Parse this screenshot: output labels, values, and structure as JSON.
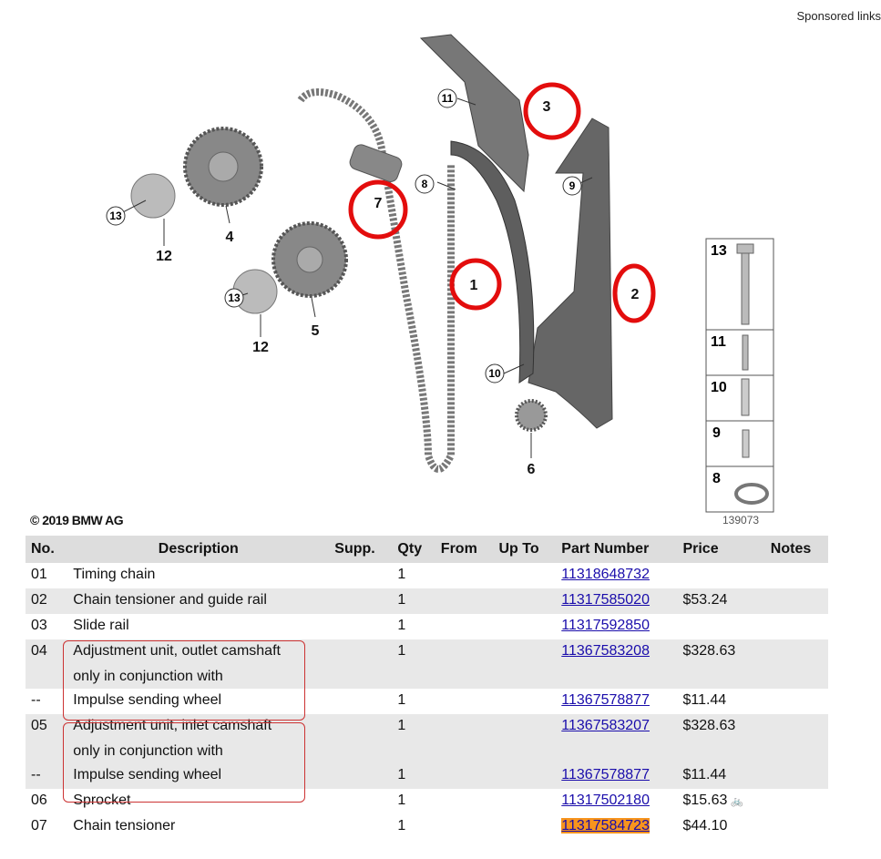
{
  "header": {
    "sponsored": "Sponsored links"
  },
  "diagram": {
    "copyright": "© 2019 BMW AG",
    "figure_number": "139073",
    "callouts": [
      "1",
      "2",
      "3",
      "4",
      "5",
      "6",
      "7",
      "8",
      "9",
      "10",
      "11",
      "12",
      "13"
    ],
    "legend_items": [
      "13",
      "11",
      "10",
      "9",
      "8"
    ]
  },
  "table": {
    "headers": [
      "No.",
      "Description",
      "Supp.",
      "Qty",
      "From",
      "Up To",
      "Part Number",
      "Price",
      "Notes"
    ],
    "rows": [
      {
        "no": "01",
        "desc": "Timing chain",
        "desc2": "",
        "qty": "1",
        "pn": "11318648732",
        "price": ""
      },
      {
        "no": "02",
        "desc": "Chain tensioner and guide rail",
        "desc2": "",
        "qty": "1",
        "pn": "11317585020",
        "price": "$53.24"
      },
      {
        "no": "03",
        "desc": "Slide rail",
        "desc2": "",
        "qty": "1",
        "pn": "11317592850",
        "price": ""
      },
      {
        "no": "04",
        "desc": "Adjustment unit, outlet camshaft",
        "desc2": "only in conjunction with",
        "qty": "1",
        "pn": "11367583208",
        "price": "$328.63"
      },
      {
        "no": "--",
        "desc": "Impulse sending wheel",
        "desc2": "",
        "qty": "1",
        "pn": "11367578877",
        "price": "$11.44"
      },
      {
        "no": "05",
        "desc": "Adjustment unit, inlet camshaft",
        "desc2": "only in conjunction with",
        "qty": "1",
        "pn": "11367583207",
        "price": "$328.63"
      },
      {
        "no": "--",
        "desc": "Impulse sending wheel",
        "desc2": "",
        "qty": "1",
        "pn": "11367578877",
        "price": "$11.44"
      },
      {
        "no": "06",
        "desc": "Sprocket",
        "desc2": "",
        "qty": "1",
        "pn": "11317502180",
        "price": "$15.63"
      },
      {
        "no": "07",
        "desc": "Chain tensioner",
        "desc2": "",
        "qty": "1",
        "pn": "11317584723",
        "price": "$44.10"
      }
    ]
  },
  "colors": {
    "highlight": "#f7941d",
    "circle": "#e30d0d",
    "link": "#1a0dab"
  }
}
